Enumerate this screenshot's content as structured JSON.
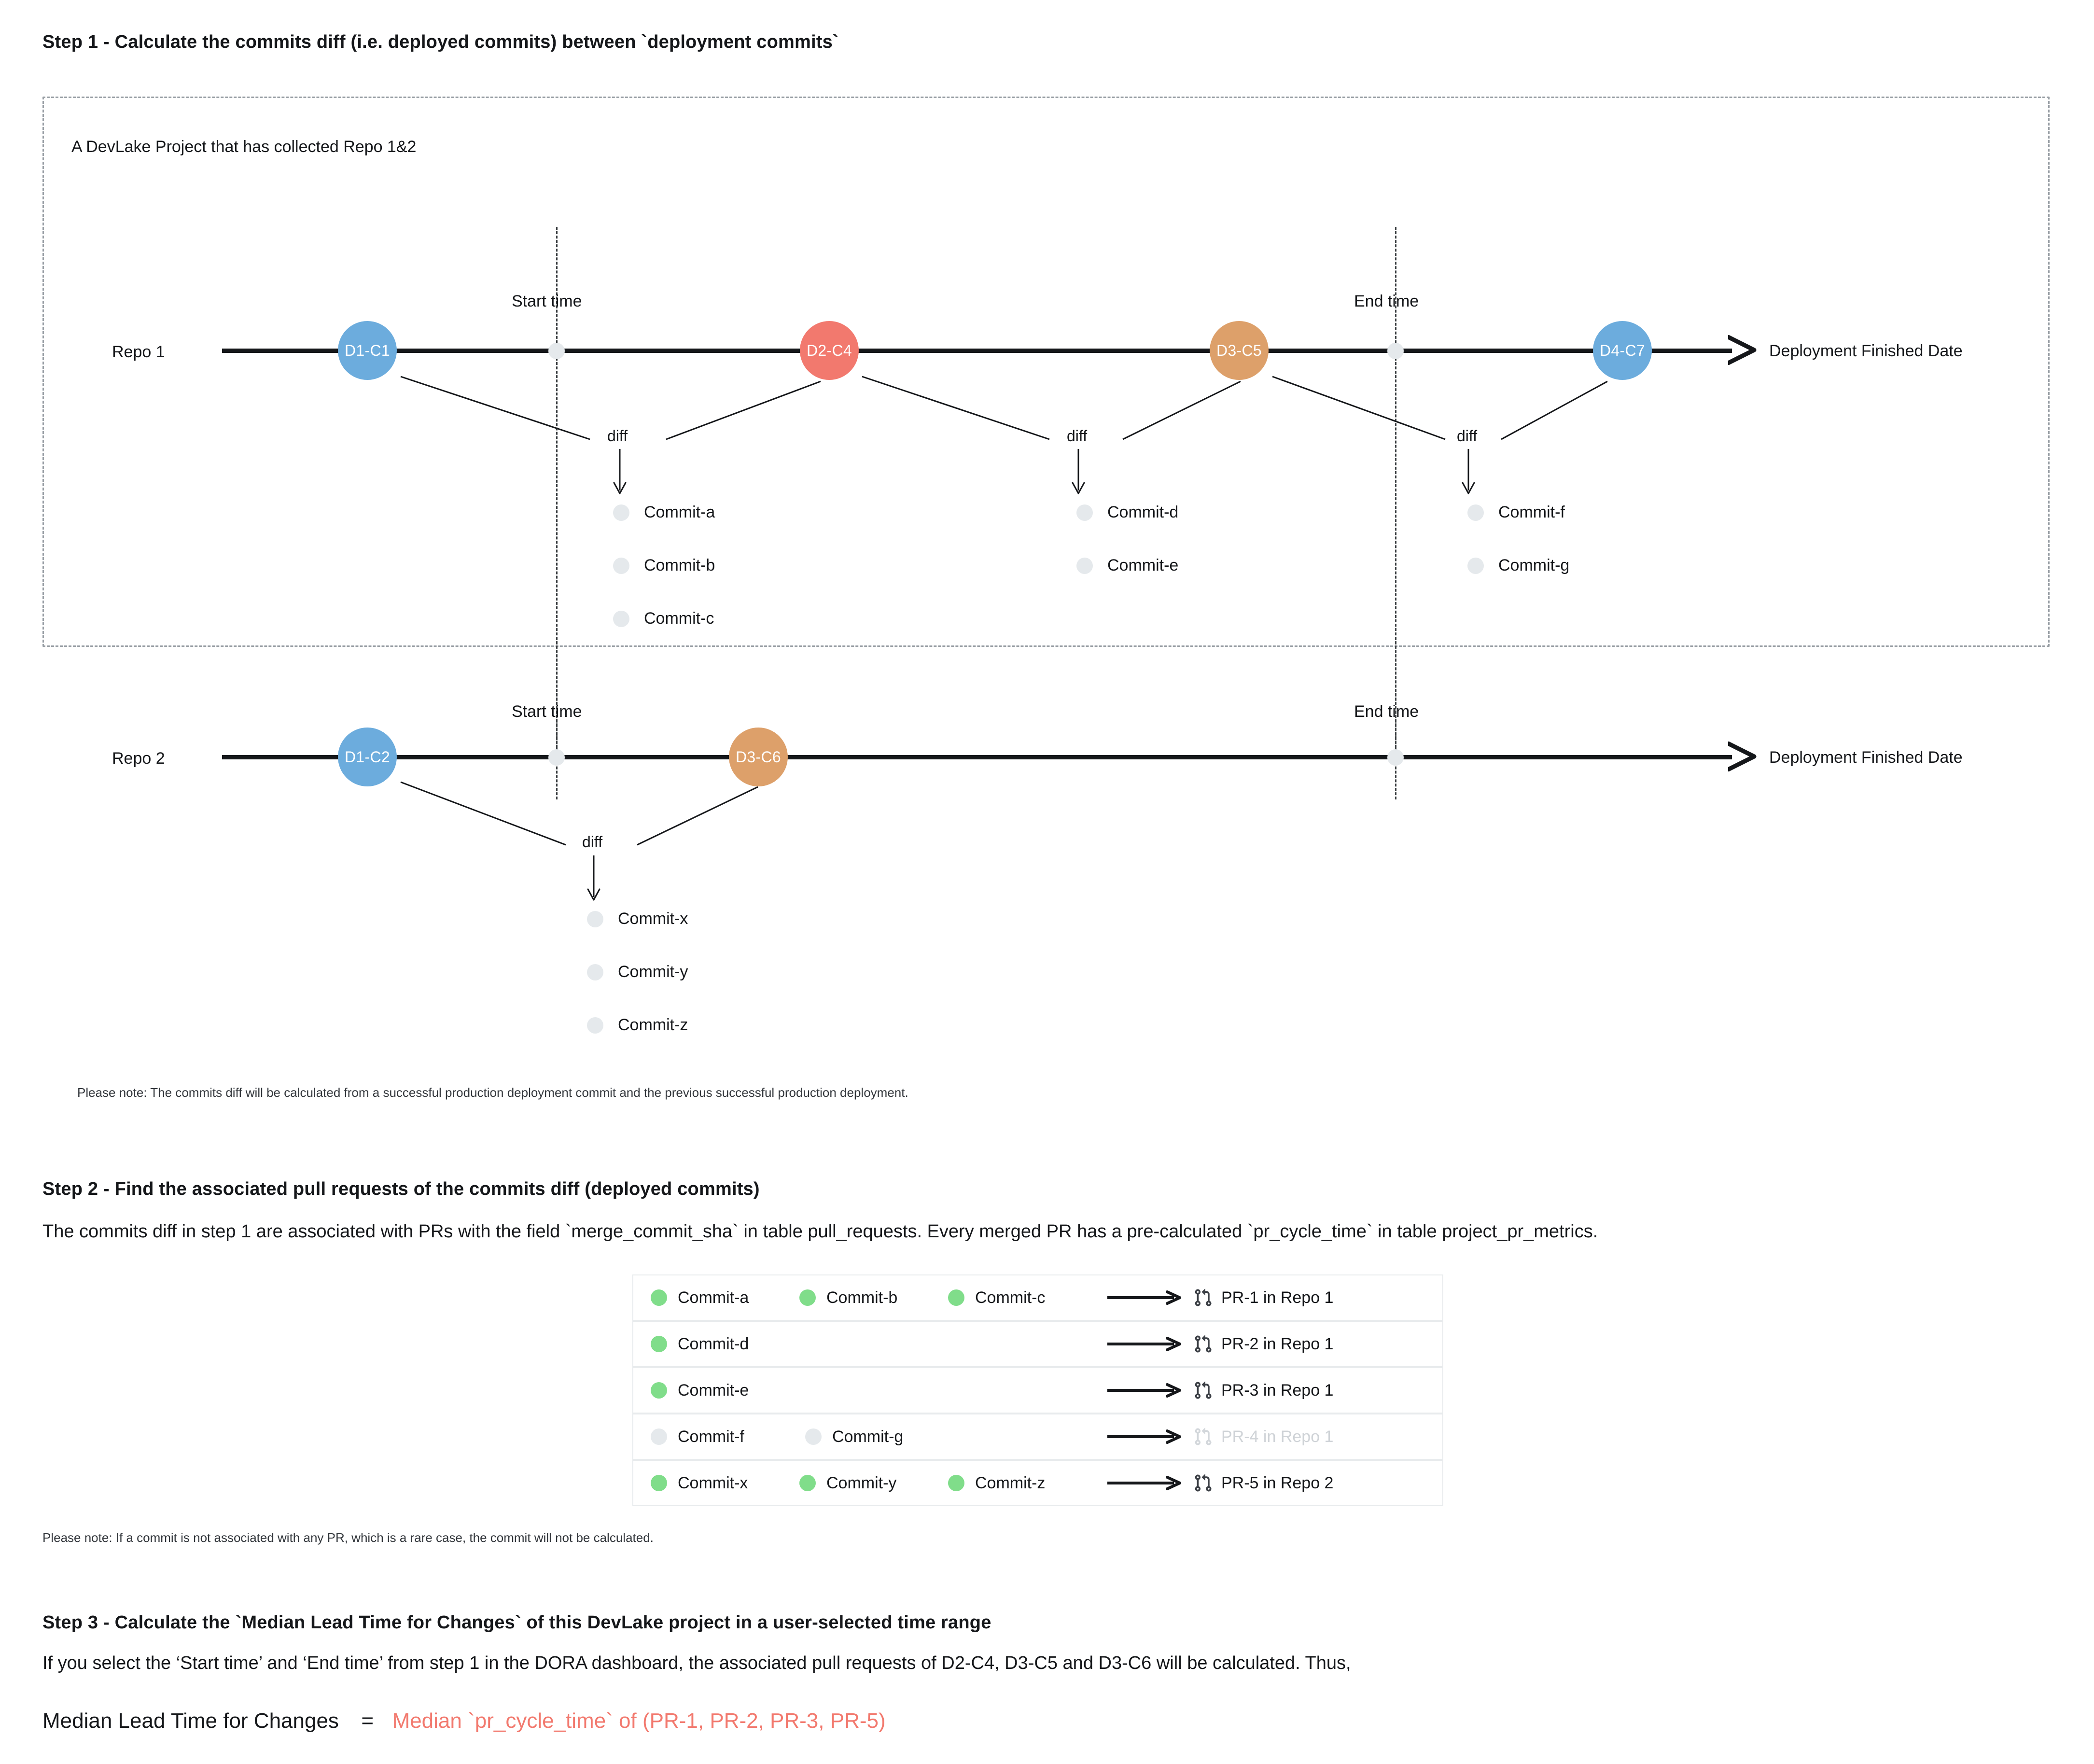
{
  "steps": {
    "step1_title": "Step 1 - Calculate the commits diff (i.e. deployed commits) between `deployment commits`",
    "step2_title": "Step 2 - Find the associated pull requests of the commits diff (deployed commits)",
    "step2_para": "The commits diff in step 1 are associated with PRs with the field `merge_commit_sha` in table pull_requests. Every merged PR has a pre-calculated `pr_cycle_time` in table project_pr_metrics.",
    "step3_title": "Step 3 - Calculate the `Median Lead Time for Changes` of this DevLake project in a user-selected time range",
    "step3_para": "If you select the ‘Start time’ and ‘End time’ from step 1 in the DORA dashboard, the associated pull requests of D2-C4, D3-C5 and D3-C6 will be calculated. Thus,"
  },
  "notes": {
    "step1_note": "Please note: The commits diff will be calculated from a successful production deployment commit and the previous successful production deployment.",
    "step2_note": "Please note: If a commit is not associated with any PR, which is a rare case, the commit will not be calculated."
  },
  "diagram": {
    "box_caption": "A DevLake Project that has collected Repo 1&2",
    "start_time_label": "Start time",
    "end_time_label": "End time",
    "diff_label": "diff",
    "axis_end_label": "Deployment Finished Date",
    "repo1_label": "Repo 1",
    "repo2_label": "Repo 2",
    "nodes": {
      "d1c1": "D1-C1",
      "d2c4": "D2-C4",
      "d3c5": "D3-C5",
      "d4c7": "D4-C7",
      "d1c2": "D1-C2",
      "d3c6": "D3-C6"
    },
    "commits": {
      "group1": [
        "Commit-a",
        "Commit-b",
        "Commit-c"
      ],
      "group2": [
        "Commit-d",
        "Commit-e"
      ],
      "group3": [
        "Commit-f",
        "Commit-g"
      ],
      "group4": [
        "Commit-x",
        "Commit-y",
        "Commit-z"
      ]
    }
  },
  "pr_table": {
    "rows": [
      {
        "commits": [
          "Commit-a",
          "Commit-b",
          "Commit-c"
        ],
        "target": "PR-1 in Repo 1",
        "muted": false
      },
      {
        "commits": [
          "Commit-d"
        ],
        "target": "PR-2 in Repo 1",
        "muted": false
      },
      {
        "commits": [
          "Commit-e"
        ],
        "target": "PR-3 in Repo 1",
        "muted": false
      },
      {
        "commits": [
          "Commit-f",
          "Commit-g"
        ],
        "target": "PR-4 in Repo 1",
        "muted": true
      },
      {
        "commits": [
          "Commit-x",
          "Commit-y",
          "Commit-z"
        ],
        "target": "PR-5 in Repo 2",
        "muted": false
      }
    ]
  },
  "formula": {
    "lhs": "Median Lead Time for Changes",
    "eq": "=",
    "rhs": "Median `pr_cycle_time` of (PR-1, PR-2, PR-3, PR-5)"
  },
  "colors": {
    "blue": "#6cacdd",
    "red": "#f2796e",
    "tan": "#dda06a",
    "gray_dot": "#e5e9ec",
    "green_dot": "#80dd8a",
    "accent_red": "#f2796e"
  }
}
